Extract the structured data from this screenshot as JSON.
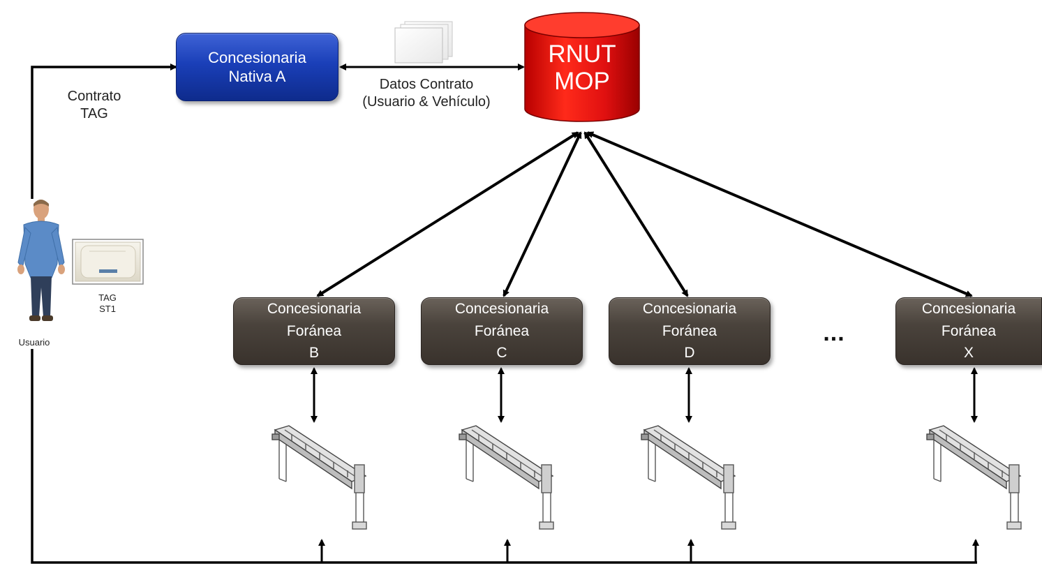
{
  "native": {
    "line1": "Concesionaria",
    "line2": "Nativa A"
  },
  "contract_label": {
    "line1": "Contrato",
    "line2": "TAG"
  },
  "data_label": {
    "line1": "Datos Contrato",
    "line2": "(Usuario & Vehículo)"
  },
  "database": {
    "line1": "RNUT",
    "line2": "MOP"
  },
  "user_label": "Usuario",
  "tag_label": {
    "line1": "TAG",
    "line2": "ST1"
  },
  "ellipsis": "...",
  "foreign": [
    {
      "line1": "Concesionaria",
      "line2": "Foránea",
      "line3": "B"
    },
    {
      "line1": "Concesionaria",
      "line2": "Foránea",
      "line3": "C"
    },
    {
      "line1": "Concesionaria",
      "line2": "Foránea",
      "line3": "D"
    },
    {
      "line1": "Concesionaria",
      "line2": "Foránea",
      "line3": "X"
    }
  ],
  "colors": {
    "native_box": "#1a3fb8",
    "database": "#e01010",
    "foreign_box": "#4a433c",
    "arrows": "#000000"
  }
}
